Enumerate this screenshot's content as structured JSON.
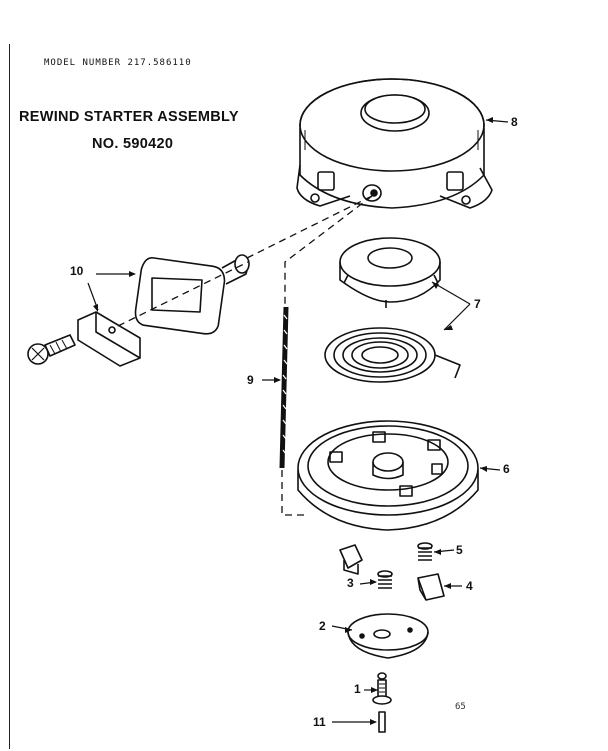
{
  "header": {
    "model_number": "MODEL NUMBER 217.586110",
    "title_line1": "REWIND STARTER ASSEMBLY",
    "title_line2": "NO. 590420"
  },
  "callouts": {
    "c1": "1",
    "c2": "2",
    "c3": "3",
    "c4": "4",
    "c5": "5",
    "c6": "6",
    "c7": "7",
    "c8": "8",
    "c9": "9",
    "c10": "10",
    "c11": "11"
  },
  "footer": {
    "page_code": "65"
  }
}
